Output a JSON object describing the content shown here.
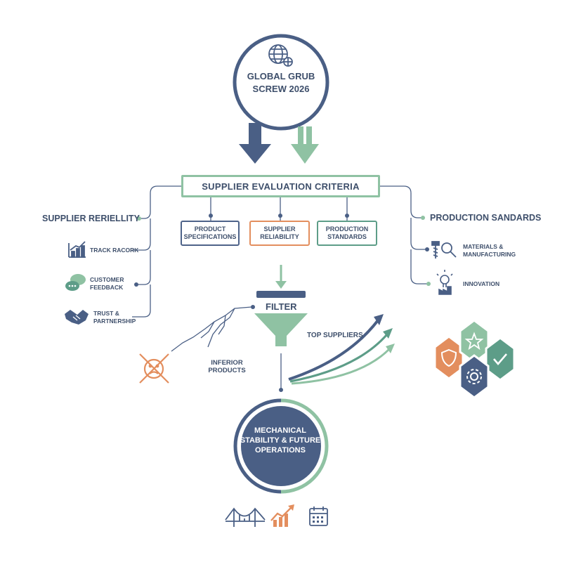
{
  "header": {
    "title": "GLOBAL GRUB SCREW 2026"
  },
  "criteria": {
    "title": "SUPPLIER EVALUATION CRITERIA",
    "boxes": [
      {
        "label": "PRODUCT SPECIFICATIONS"
      },
      {
        "label": "SUPPLIER RELIABILITY"
      },
      {
        "label": "PRODUCTION STANDARDS"
      }
    ]
  },
  "left_branch": {
    "title": "SUPPLIER RERIELLITY",
    "items": [
      {
        "label": "TRACK RACORK",
        "icon": "bar-chart-icon"
      },
      {
        "label": "CUSTOMER FEEDBACK",
        "icon": "speech-bubbles-icon"
      },
      {
        "label": "TRUST & PARTNERSHIP",
        "icon": "handshake-icon"
      }
    ]
  },
  "right_branch": {
    "title": "PRODUCTION SANDARDS",
    "items": [
      {
        "label": "MATERIALS & MANUFACTURING",
        "icon": "bolt-magnifier-icon"
      },
      {
        "label": "INNOVATION",
        "icon": "lightbulb-factory-icon"
      }
    ]
  },
  "filter": {
    "label": "FILTER"
  },
  "outcomes": {
    "top": "TOP SUPPLIERS",
    "inferior": "INFERIOR PRODUCTS"
  },
  "result": {
    "title": "MECHANICAL STABILITY & FUTURE OPERATIONS"
  },
  "colors": {
    "navy": "#4a5f85",
    "green": "#8fc2a3",
    "teal": "#5d9d88",
    "orange": "#e38e5e",
    "text": "#3e4f6b"
  }
}
